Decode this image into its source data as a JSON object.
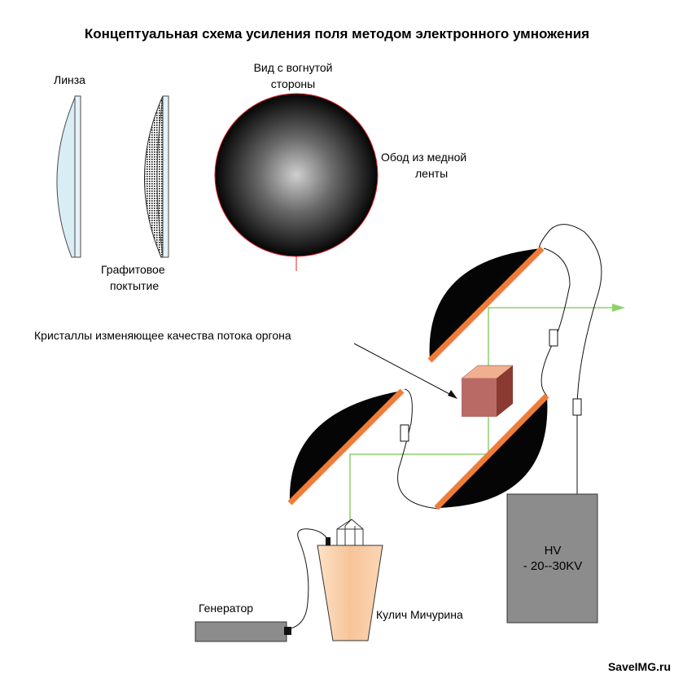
{
  "title": "Концептуальная схема усиления поля методом электронного умножения",
  "labels": {
    "lens": "Линза",
    "graphite_line1": "Графитовое",
    "graphite_line2": "поктытие",
    "concave_line1": "Вид с вогнутой",
    "concave_line2": "стороны",
    "rim_line1": "Обод из медной",
    "rim_line2": "ленты",
    "crystals": "Кристаллы изменяющее качества потока оргона",
    "hv_line1": "HV",
    "hv_line2": "- 20--30KV",
    "generator": "Генератор",
    "kulich": "Кулич Мичурина"
  },
  "watermark": "SaveIMG.ru",
  "colors": {
    "copper": "#f07c3a",
    "beam": "#8fd16a",
    "lens_fill": "#d9edf5",
    "hv_box": "#8c8c8c",
    "generator_box": "#8c8c8c",
    "kulich": "#f8c8a0",
    "cube_front": "#b96a64",
    "cube_top": "#f0b090",
    "cube_side": "#8a3a30",
    "rim": "#e0202a"
  }
}
